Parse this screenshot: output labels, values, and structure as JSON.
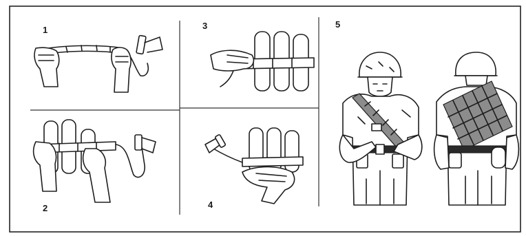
{
  "figure": {
    "panels": [
      {
        "id": "panel-1",
        "number": "1"
      },
      {
        "id": "panel-2",
        "number": "2"
      },
      {
        "id": "panel-3",
        "number": "3"
      },
      {
        "id": "panel-4",
        "number": "4"
      },
      {
        "id": "panel-5",
        "number": "5"
      }
    ]
  }
}
